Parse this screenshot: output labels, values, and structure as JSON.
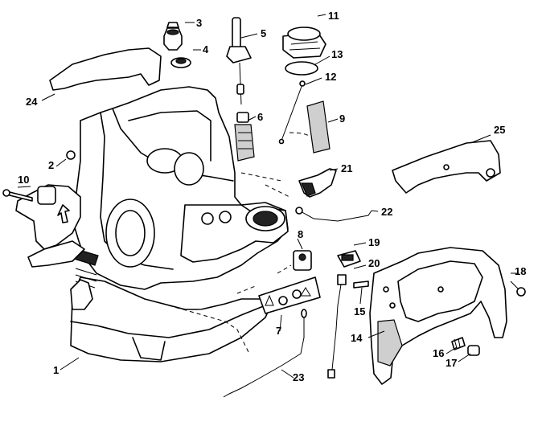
{
  "diagram": {
    "callouts": [
      {
        "id": "1",
        "text": "1"
      },
      {
        "id": "2",
        "text": "2"
      },
      {
        "id": "3",
        "text": "3"
      },
      {
        "id": "4",
        "text": "4"
      },
      {
        "id": "5",
        "text": "5"
      },
      {
        "id": "6",
        "text": "6"
      },
      {
        "id": "7",
        "text": "7"
      },
      {
        "id": "8",
        "text": "8"
      },
      {
        "id": "9",
        "text": "9"
      },
      {
        "id": "10",
        "text": "10"
      },
      {
        "id": "11",
        "text": "11"
      },
      {
        "id": "12",
        "text": "12"
      },
      {
        "id": "13",
        "text": "13"
      },
      {
        "id": "14",
        "text": "14"
      },
      {
        "id": "15",
        "text": "15"
      },
      {
        "id": "16",
        "text": "16"
      },
      {
        "id": "17",
        "text": "17"
      },
      {
        "id": "18",
        "text": "18"
      },
      {
        "id": "19",
        "text": "19"
      },
      {
        "id": "20",
        "text": "20"
      },
      {
        "id": "21",
        "text": "21"
      },
      {
        "id": "22",
        "text": "22"
      },
      {
        "id": "23",
        "text": "23"
      },
      {
        "id": "24",
        "text": "24"
      },
      {
        "id": "25",
        "text": "25"
      }
    ],
    "colors": {
      "ink": "#000000",
      "paper": "#ffffff"
    }
  }
}
